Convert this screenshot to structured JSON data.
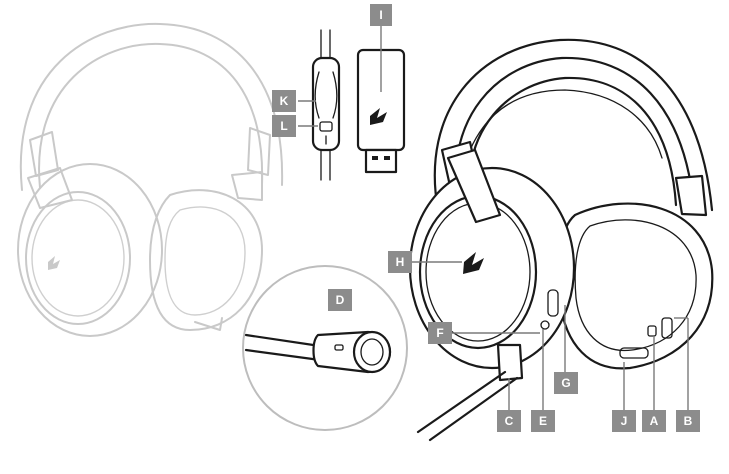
{
  "callouts": {
    "A": "A",
    "B": "B",
    "C": "C",
    "D": "D",
    "E": "E",
    "F": "F",
    "G": "G",
    "H": "H",
    "I": "I",
    "J": "J",
    "K": "K",
    "L": "L"
  },
  "colors": {
    "callout_box": "#8c8c8c",
    "callout_text": "#ffffff",
    "line_art": "#1a1a1a",
    "ghost_art": "#c9c9c9"
  },
  "icons": [
    "corsair-logo-icon",
    "mute-button-icon",
    "usb-plug-icon"
  ]
}
